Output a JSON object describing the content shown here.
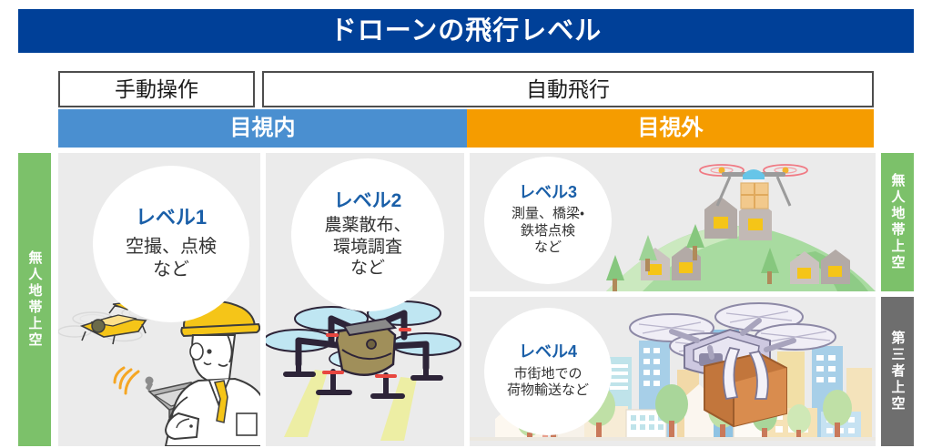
{
  "title": "ドローンの飛行レベル",
  "mode_row": {
    "manual": "手動操作",
    "auto": "自動飛行"
  },
  "sight_row": {
    "in_sight": "目視内",
    "out_of_sight": "目視外"
  },
  "side_labels": {
    "left": "無人地帯上空",
    "right_top": "無人地帯上空",
    "right_bottom": "第三者上空"
  },
  "levels": [
    {
      "id": "level-1",
      "heading": "レベル1",
      "line1": "空撮、点検",
      "line2": "など",
      "line3": "",
      "illustration": "operator-with-controller-and-yellow-drone"
    },
    {
      "id": "level-2",
      "heading": "レベル2",
      "line1": "農薬散布、",
      "line2": "環境調査",
      "line3": "など",
      "illustration": "agricultural-spraying-drone"
    },
    {
      "id": "level-3",
      "heading": "レベル3",
      "line1": "測量、橋梁・",
      "line2": "鉄塔点検",
      "line3": "など",
      "illustration": "delivery-drone-over-rural-hill"
    },
    {
      "id": "level-4",
      "heading": "レベル4",
      "line1": "市街地での",
      "line2": "荷物輸送など",
      "line3": "",
      "illustration": "delivery-drone-over-city-skyline"
    }
  ],
  "colors": {
    "title_blue": "#004098",
    "in_sight_blue": "#4a8fd0",
    "out_sight_orange": "#f59c00",
    "green_zone": "#7cc16a",
    "gray_zone": "#6e6e6e",
    "panel_bg": "#ebebeb",
    "level_heading": "#1a5fa8"
  }
}
